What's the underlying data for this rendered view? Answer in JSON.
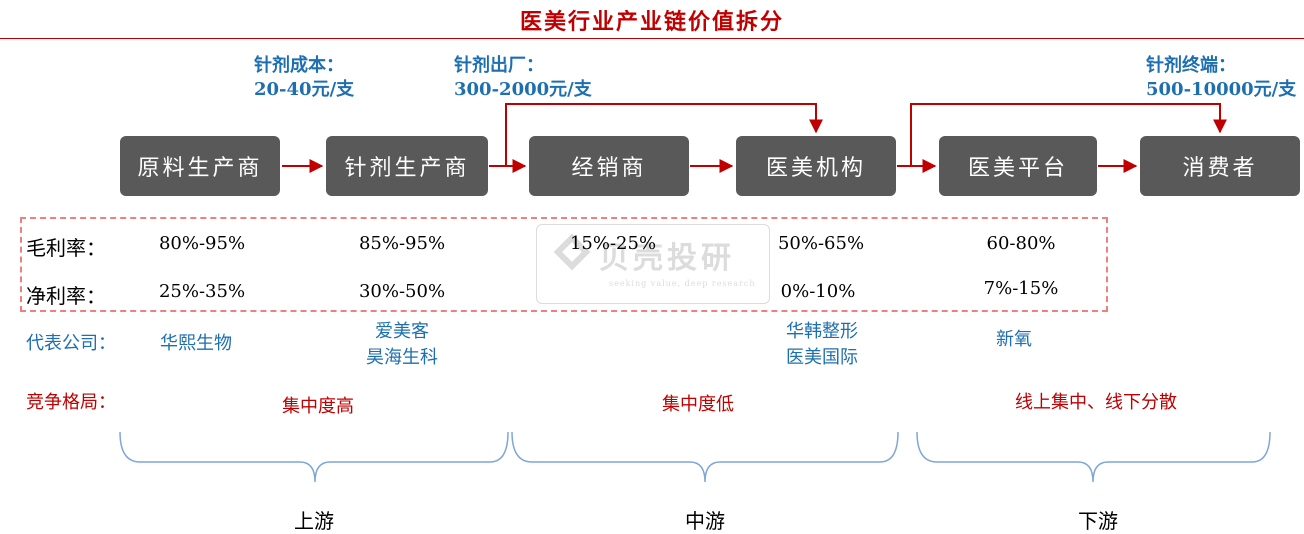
{
  "title": "医美行业产业链价值拆分",
  "costs": {
    "cost1": {
      "line1": "针剂成本：",
      "line2": "20-40元/支"
    },
    "cost2": {
      "line1": "针剂出厂：",
      "line2": "300-2000元/支"
    },
    "cost3": {
      "line1": "针剂终端：",
      "line2": "500-10000元/支"
    }
  },
  "chain": [
    "原料生产商",
    "针剂生产商",
    "经销商",
    "医美机构",
    "医美平台",
    "消费者"
  ],
  "metrics": {
    "gross_label": "毛利率：",
    "net_label": "净利率：",
    "gross": [
      "80%-95%",
      "85%-95%",
      "15%-25%",
      "50%-65%",
      "60-80%"
    ],
    "net": [
      "25%-35%",
      "30%-50%",
      "0%-10%",
      "7%-15%"
    ]
  },
  "watermark": {
    "name": "贝壳投研",
    "tagline": "seeking value, deep research"
  },
  "companies": {
    "label": "代表公司：",
    "raw": "华熙生物",
    "inj1": "爱美客",
    "inj2": "昊海生科",
    "inst1": "华韩整形",
    "inst2": "医美国际",
    "plat": "新氧"
  },
  "competition": {
    "label": "竞争格局：",
    "up": "集中度高",
    "mid": "集中度低",
    "down": "线上集中、线下分散"
  },
  "stages": {
    "up": "上游",
    "mid": "中游",
    "down": "下游"
  },
  "colors": {
    "title_red": "#c00000",
    "cost_blue": "#1e6fb0",
    "box_gray": "#595959",
    "arrow_red": "#c00000",
    "dash_pink": "#f08080",
    "brace_blue": "#7ea6d8"
  }
}
